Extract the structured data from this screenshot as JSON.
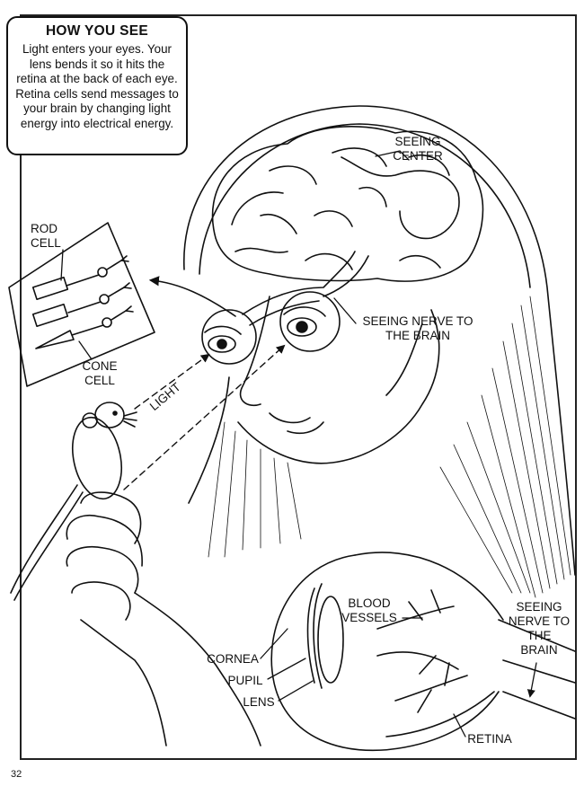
{
  "info": {
    "title": "HOW YOU SEE",
    "body": "Light enters your eyes. Your lens bends it so it hits the retina at the back of each eye. Retina cells send messages to your brain by changing light energy into electrical energy."
  },
  "labels": {
    "seeing_center": "SEEING\nCENTER",
    "rod_cell": "ROD\nCELL",
    "cone_cell": "CONE\nCELL",
    "light": "LIGHT",
    "seeing_nerve_top": "SEEING NERVE TO\nTHE BRAIN",
    "blood_vessels": "BLOOD\nVESSELS",
    "seeing_nerve_bottom": "SEEING\nNERVE TO\nTHE\nBRAIN",
    "cornea": "CORNEA",
    "pupil": "PUPIL",
    "lens": "LENS",
    "retina": "RETINA"
  },
  "page_number": "32"
}
